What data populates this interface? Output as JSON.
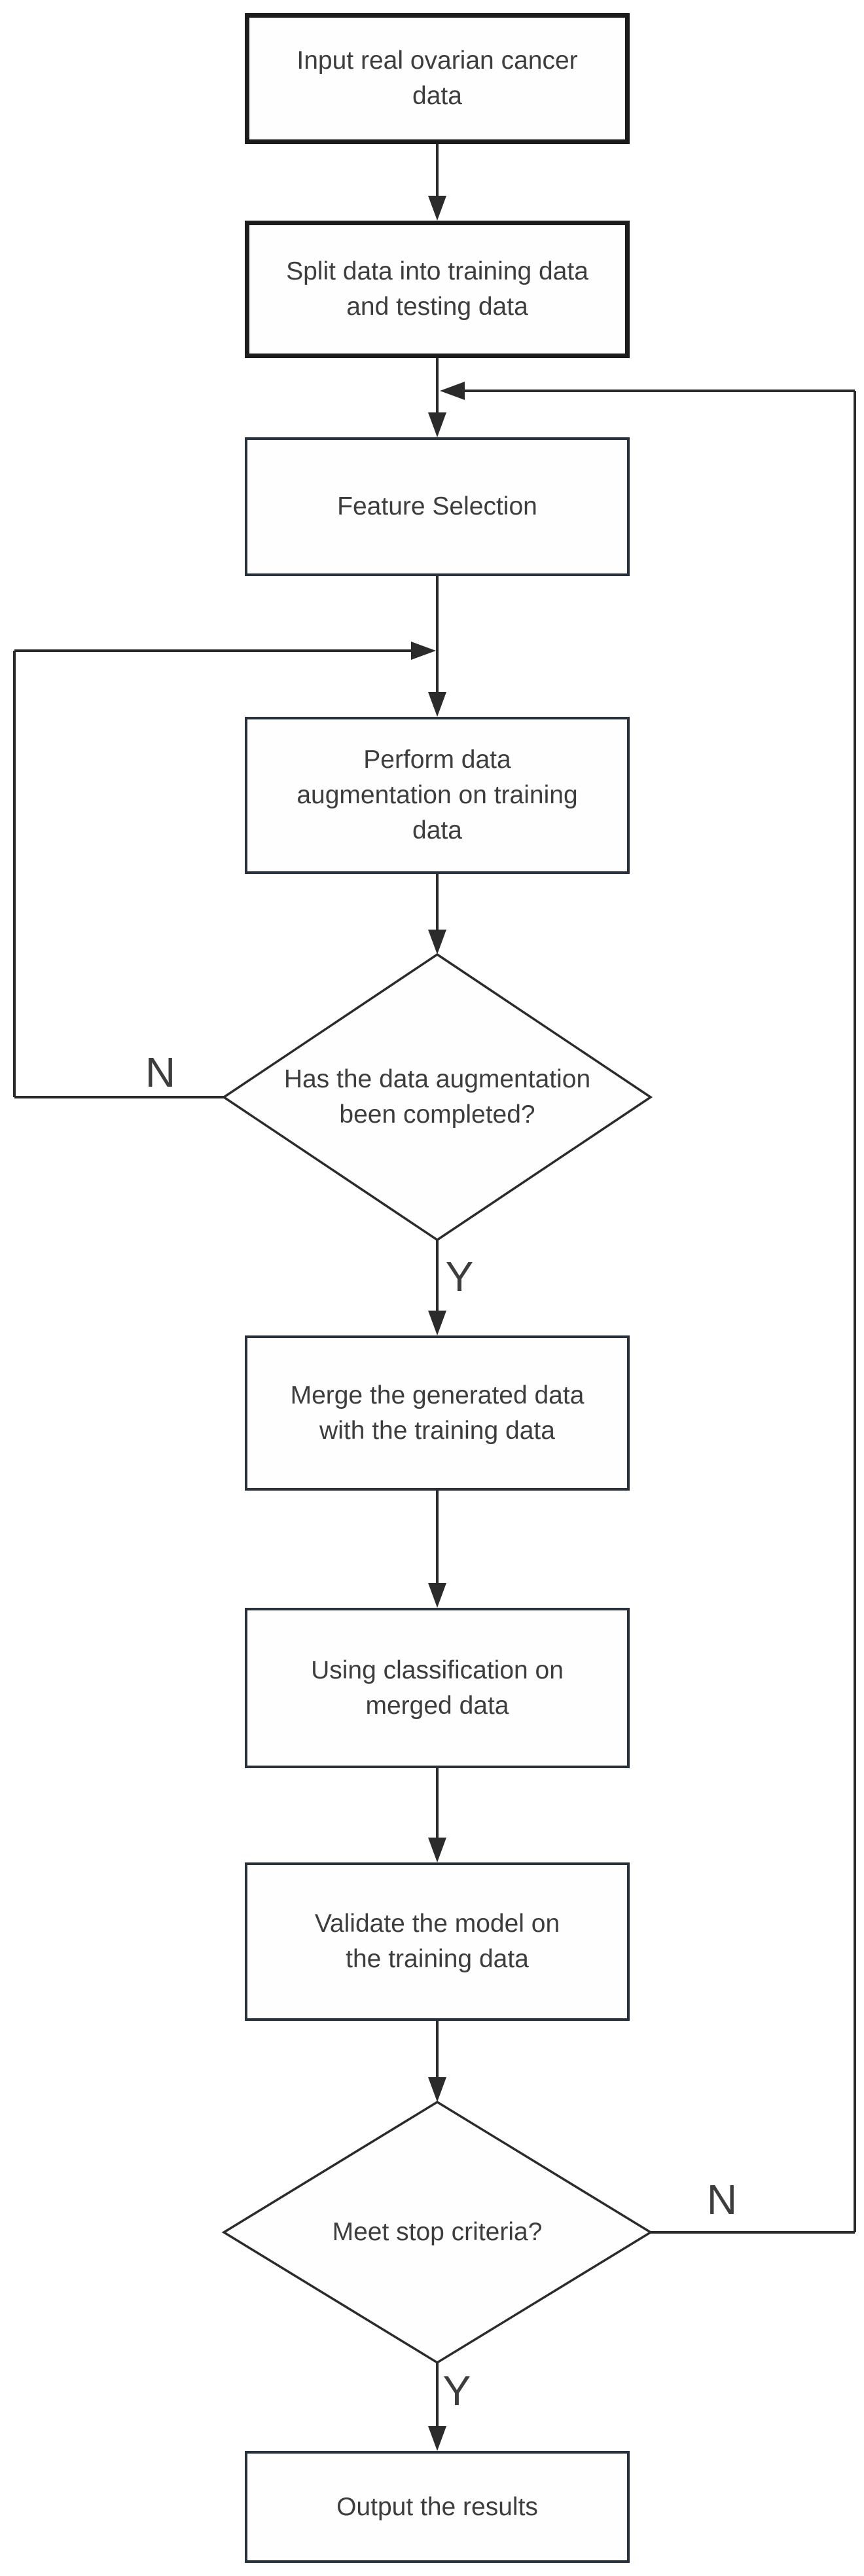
{
  "colors": {
    "background": "#ffffff",
    "line": "#2b2b2b",
    "box_border": "#29313a",
    "bold_box_border": "#1c1c1c",
    "text": "#3d3d3d"
  },
  "nodes": {
    "input": {
      "label": "Input real ovarian cancer\ndata"
    },
    "split": {
      "label": "Split data into training data\nand testing data"
    },
    "feature_selection": {
      "label": "Feature Selection"
    },
    "augment": {
      "label": "Perform data\naugmentation on training\ndata"
    },
    "augment_done": {
      "label": "Has the data augmentation\nbeen completed?"
    },
    "merge": {
      "label": "Merge the generated data\nwith the training data"
    },
    "classify": {
      "label": "Using classification on\nmerged data"
    },
    "validate": {
      "label": "Validate the model on\nthe training data"
    },
    "stop_criteria": {
      "label": "Meet stop criteria?"
    },
    "output": {
      "label": "Output the results"
    }
  },
  "branch_labels": {
    "augment_no": "N",
    "augment_yes": "Y",
    "stop_no": "N",
    "stop_yes": "Y"
  }
}
